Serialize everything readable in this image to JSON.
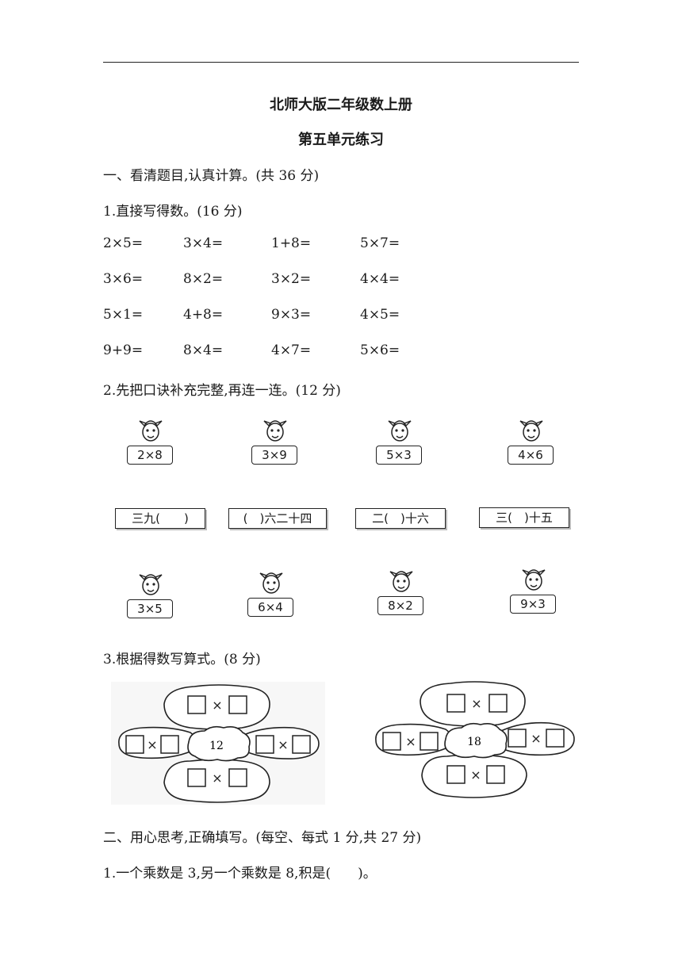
{
  "header": {
    "title": "北师大版二年级数上册",
    "subtitle": "第五单元练习"
  },
  "part1": {
    "heading": "一、看清题目,认真计算。(共 36 分)",
    "q1": {
      "heading": "1.直接写得数。(16 分)",
      "rows": [
        [
          "2×5=",
          "3×4=",
          "1+8=",
          "5×7="
        ],
        [
          "3×6=",
          "8×2=",
          "3×2=",
          "4×4="
        ],
        [
          "5×1=",
          "4+8=",
          "9×3=",
          "4×5="
        ],
        [
          "9+9=",
          "8×4=",
          "4×7=",
          "5×6="
        ]
      ]
    },
    "q2": {
      "heading": "2.先把口诀补充完整,再连一连。(12 分)",
      "top_cards": [
        "2×8",
        "3×9",
        "5×3",
        "4×6"
      ],
      "phrases": [
        "三九(　　)",
        "(　)六二十四",
        "二(　)十六",
        "三(　)十五"
      ],
      "bottom_cards": [
        "3×5",
        "6×4",
        "8×2",
        "9×3"
      ]
    },
    "q3": {
      "heading": "3.根据得数写算式。(8 分)",
      "flowers": [
        {
          "center": "12"
        },
        {
          "center": "18"
        }
      ],
      "operator": "×"
    }
  },
  "part2": {
    "heading": "二、用心思考,正确填写。(每空、每式 1 分,共 27 分)",
    "q1": "1.一个乘数是 3,另一个乘数是 8,积是(　　)。"
  }
}
